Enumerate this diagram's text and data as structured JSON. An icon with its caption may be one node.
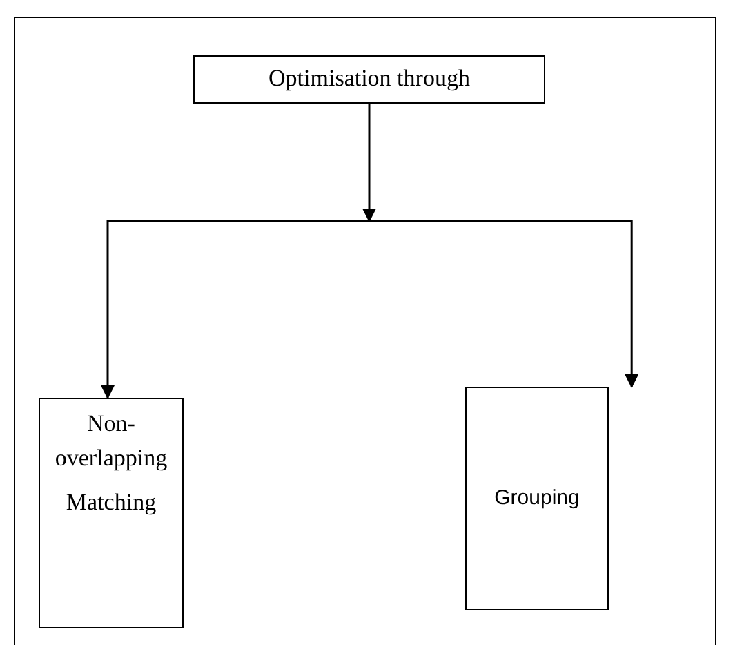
{
  "diagram": {
    "nodes": [
      {
        "text": [
          "Optimisation through"
        ]
      },
      {
        "text": [
          "Non-overlapping",
          "Matching"
        ]
      },
      {
        "text": [
          "Grouping"
        ]
      }
    ],
    "edges": [
      {
        "from": 0,
        "to": 1,
        "arrow": "to"
      },
      {
        "from": 0,
        "to": 2,
        "arrow": "to"
      }
    ]
  }
}
